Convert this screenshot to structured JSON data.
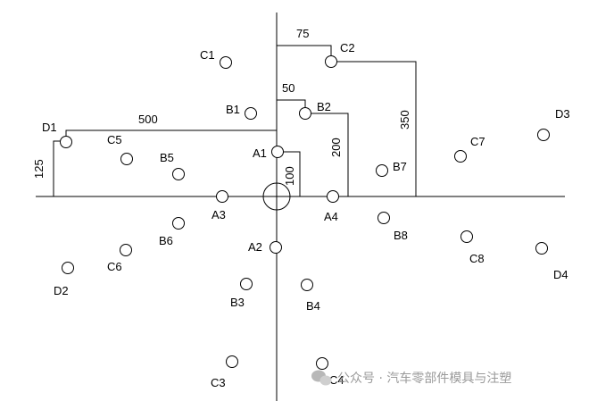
{
  "holes": [
    {
      "id": "A1",
      "label": "A1"
    },
    {
      "id": "A2",
      "label": "A2"
    },
    {
      "id": "A3",
      "label": "A3"
    },
    {
      "id": "A4",
      "label": "A4"
    },
    {
      "id": "B1",
      "label": "B1"
    },
    {
      "id": "B2",
      "label": "B2"
    },
    {
      "id": "B3",
      "label": "B3"
    },
    {
      "id": "B4",
      "label": "B4"
    },
    {
      "id": "B5",
      "label": "B5"
    },
    {
      "id": "B6",
      "label": "B6"
    },
    {
      "id": "B7",
      "label": "B7"
    },
    {
      "id": "B8",
      "label": "B8"
    },
    {
      "id": "C1",
      "label": "C1"
    },
    {
      "id": "C2",
      "label": "C2"
    },
    {
      "id": "C3",
      "label": "C3"
    },
    {
      "id": "C4",
      "label": "C4"
    },
    {
      "id": "C5",
      "label": "C5"
    },
    {
      "id": "C6",
      "label": "C6"
    },
    {
      "id": "C7",
      "label": "C7"
    },
    {
      "id": "C8",
      "label": "C8"
    },
    {
      "id": "D1",
      "label": "D1"
    },
    {
      "id": "D2",
      "label": "D2"
    },
    {
      "id": "D3",
      "label": "D3"
    },
    {
      "id": "D4",
      "label": "D4"
    }
  ],
  "dimensions": {
    "d1_x": "500",
    "d1_y": "125",
    "c2_x": "75",
    "c2_y": "350",
    "b2_x": "50",
    "b2_y": "200",
    "a1_y": "100"
  },
  "watermark": {
    "text": "公众号 · 汽车零部件模具与注塑"
  }
}
